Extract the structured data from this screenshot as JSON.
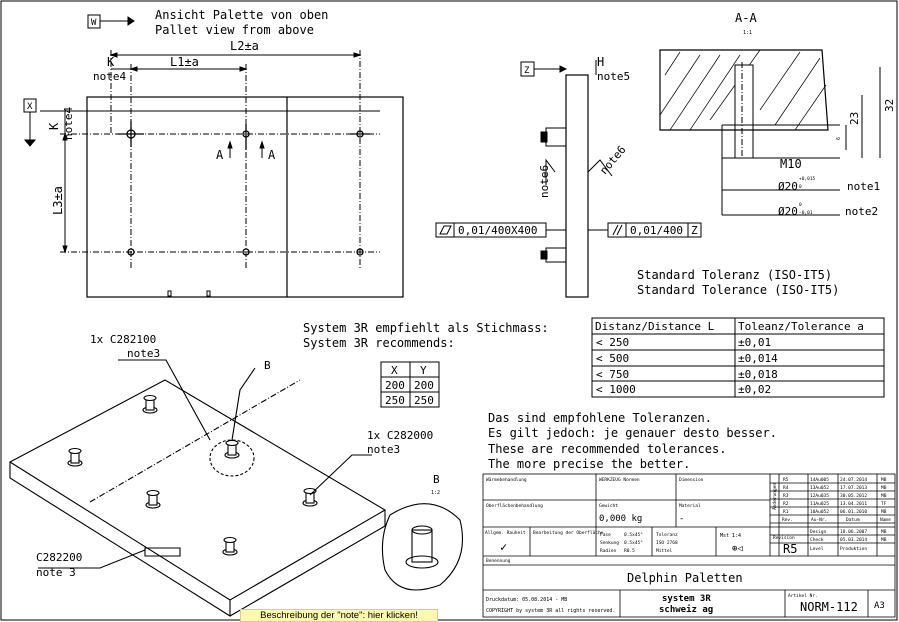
{
  "view_label": {
    "tag": "W",
    "de": "Ansicht Palette von oben",
    "en": "Pallet view from above"
  },
  "top_view": {
    "dims": {
      "L1": "L1±a",
      "L2": "L2±a",
      "L3": "L3±a",
      "K_top": "K",
      "K_side": "K"
    },
    "notes": {
      "note4_top": "note4",
      "note4_side": "note4"
    },
    "datum_x": "X",
    "section_marks": {
      "left": "A",
      "right": "A"
    }
  },
  "side_view": {
    "tag": "Z",
    "H": "H",
    "note5": "note5",
    "note6_left": "note6",
    "note6_right": "note6",
    "flatness": "0,01/400X400",
    "parallel": "0,01/400",
    "parallel_ref": "Z"
  },
  "section": {
    "title": "A-A",
    "scale": "1:1",
    "thread": "M10",
    "dim_32": "32",
    "dim_23": "23",
    "dim_6": "6",
    "fit1": {
      "value": "Ø20",
      "upper": "+0,015",
      "lower": "0",
      "note": "note1"
    },
    "fit2": {
      "value": "Ø20",
      "upper": "0",
      "lower": "-0,01",
      "note": "note2"
    }
  },
  "standard_tolerance": {
    "de": "Standard Toleranz (ISO-IT5)",
    "en": "Standard Tolerance (ISO-IT5)"
  },
  "recommend": {
    "de": "System 3R empfiehlt als Stichmass:",
    "en": "System 3R recommends:"
  },
  "xy_table": {
    "headers": [
      "X",
      "Y"
    ],
    "rows": [
      [
        "200",
        "200"
      ],
      [
        "250",
        "250"
      ]
    ]
  },
  "tol_table": {
    "headers": [
      "Distanz/Distance L",
      "Toleanz/Tolerance a"
    ],
    "rows": [
      [
        "< 250",
        "±0,01"
      ],
      [
        "< 500",
        "±0,014"
      ],
      [
        "< 750",
        "±0,018"
      ],
      [
        "< 1000",
        "±0,02"
      ]
    ]
  },
  "tol_note": [
    "Das sind empfohlene Toleranzen.",
    "Es gilt jedoch: je genauer desto besser.",
    "These are recommended tolerances.",
    "The more precise the better."
  ],
  "iso_callouts": {
    "c1": "1x C282100",
    "c1_note": "note3",
    "c2": "1x C282000",
    "c2_note": "note3",
    "c3": "C282200",
    "c3_note": "note 3",
    "detail": "B",
    "detail_scale": "1:2",
    "detail_mark": "B"
  },
  "title_block": {
    "waermebehandlung": "Wärmebehandlung",
    "werkstoff": "WERKZEUG Normen",
    "dimension": "Dimension",
    "oberflaeche": "Oberflächenbehandlung",
    "material": "Material",
    "gewicht_label": "Gewicht",
    "gewicht": "0,000 kg",
    "material_value": "-",
    "allgem_rauheit": "Allgem. Rauheit",
    "bearbeitung": "Bearbeitung der Oberfläche",
    "fase": "Fase",
    "fase_val": "0.5x45°",
    "senkung": "Senkung",
    "senkung_val": "0.5x45°",
    "radius": "Radien",
    "radius_val": "R0.5",
    "toleranz": "Toleranz",
    "toleranz_val": "ISO 2768",
    "mittel": "Mittel",
    "massstab": "Mst 1:4",
    "revision_label": "Revision",
    "revision": "R5",
    "benennung": "Benennung",
    "title": "Delphin Paletten",
    "druckdatum": "Druckdatum: 05.08.2014 - MB",
    "copyright": "COPYRIGHT by system 3R all rights reserved.",
    "company1": "system 3R",
    "company2": "schweiz ag",
    "artikel_label": "Artikel Nr.",
    "artikel": "NORM-112",
    "format": "A3",
    "aenderungen": "Änderungen",
    "rev_rows": [
      [
        "R5",
        "14Au005",
        "24.07.2014",
        "MB"
      ],
      [
        "R4",
        "13Au052",
        "17.07.2013",
        "MB"
      ],
      [
        "R3",
        "12Au035",
        "30.05.2012",
        "MB"
      ],
      [
        "R2",
        "11Au025",
        "13.04.2011",
        "TF"
      ],
      [
        "R1",
        "10Au052",
        "06.01.2010",
        "MB"
      ]
    ],
    "rev_headers": [
      "Rev.",
      "Au-Nr.",
      "Datum",
      "Name"
    ],
    "design_label": "Design",
    "design_date": "18.06.2007",
    "design_name": "MB",
    "check_label": "Check",
    "check_date": "05.03.2014",
    "check_name": "MB",
    "level_label": "Level",
    "level": "Produktion"
  },
  "note_link": "Beschreibung der \"note\": hier klicken!"
}
